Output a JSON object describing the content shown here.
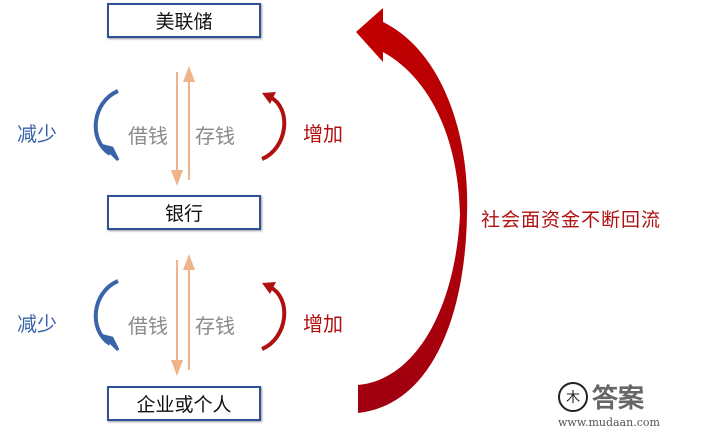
{
  "nodes": {
    "fed": "美联储",
    "bank": "银行",
    "enterprise": "企业或个人"
  },
  "flows": [
    {
      "borrow": "借钱",
      "deposit": "存钱",
      "decrease": "减少",
      "increase": "增加"
    },
    {
      "borrow": "借钱",
      "deposit": "存钱",
      "decrease": "减少",
      "increase": "增加"
    }
  ],
  "loop_label": "社会面资金不断回流",
  "watermark": {
    "brand": "答案",
    "url": "www.mudaan.com"
  },
  "colors": {
    "blue": "#3a63a8",
    "red": "#b01010",
    "box_border": "#2f4f9a",
    "arrow": "#f0b48a"
  }
}
